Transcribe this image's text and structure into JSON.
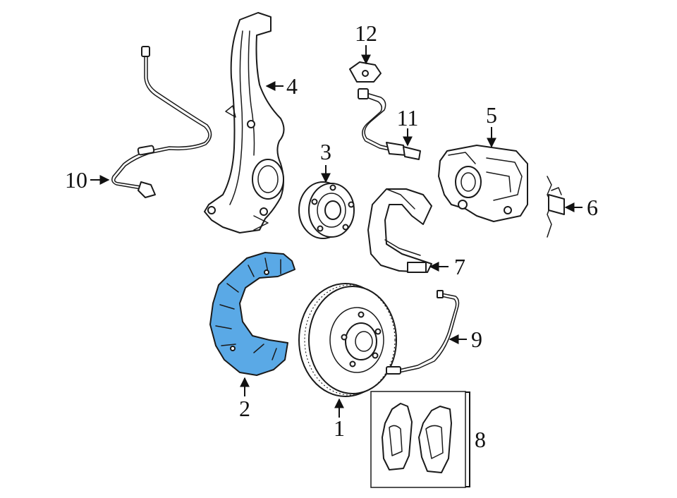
{
  "callouts": {
    "c1": "1",
    "c2": "2",
    "c3": "3",
    "c4": "4",
    "c5": "5",
    "c6": "6",
    "c7": "7",
    "c8": "8",
    "c9": "9",
    "c10": "10",
    "c11": "11",
    "c12": "12"
  },
  "colors": {
    "highlight_fill": "#5aa9e6",
    "line": "#1a1a1a",
    "background": "#ffffff"
  },
  "highlighted_part": "2"
}
